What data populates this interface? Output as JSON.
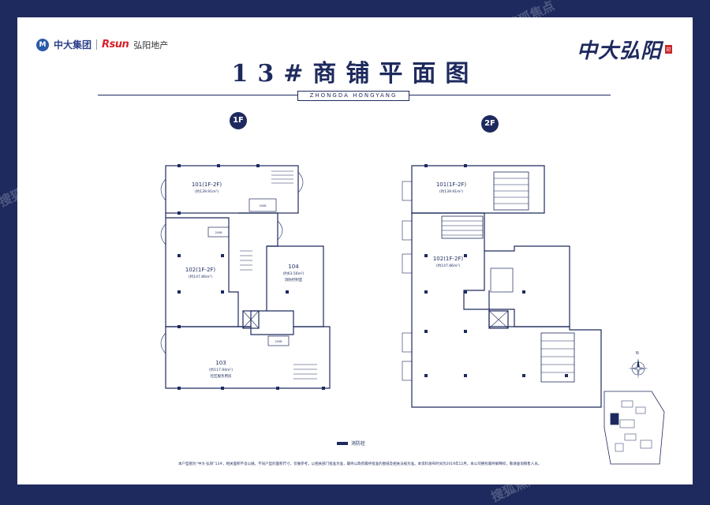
{
  "header": {
    "left_logo_text": "中大集团",
    "left_logo_mark": "M",
    "rsun_text": "Rsun",
    "rsun_cn": "弘阳地产",
    "brand": "中大弘阳",
    "seal": "印"
  },
  "title": "13#商铺平面图",
  "subtitle": "ZHONGDA HONGYANG",
  "floors": {
    "f1": {
      "badge": "1F",
      "units": [
        {
          "name": "101(1F-2F)",
          "area": "(约139.91m²)"
        },
        {
          "name": "102(1F-2F)",
          "area": "(约147.86m²)"
        },
        {
          "name": "104",
          "area": "(约63.56m²)",
          "note": "消防控制室"
        },
        {
          "name": "103",
          "area": "(约117.94m²)",
          "note": "社区服务用房"
        }
      ],
      "small_labels": [
        "200B",
        "200B",
        "200B"
      ]
    },
    "f2": {
      "badge": "2F",
      "units": [
        {
          "name": "101(1F-2F)",
          "area": "(约139.91m²)"
        },
        {
          "name": "102(1F-2F)",
          "area": "(约147.86m²)"
        }
      ]
    }
  },
  "legend": {
    "label": "消防栓"
  },
  "note": "本户型图为“中大·弘阳”13#，相关面积不含公摊，不同户型的面积尺寸，仅做参考，以相关部门批准为准，最终以政府最终批准的图纸及相关法规为准。本资料发布时间为2019年12月，本公司拥有最终解释权，敬请垂询销售人员。",
  "compass": {
    "label": "N"
  },
  "watermarks": [
    "搜狐焦点",
    "搜狐焦点",
    "搜狐焦点"
  ],
  "colors": {
    "navy": "#1e2a5e",
    "red": "#c8282c"
  }
}
